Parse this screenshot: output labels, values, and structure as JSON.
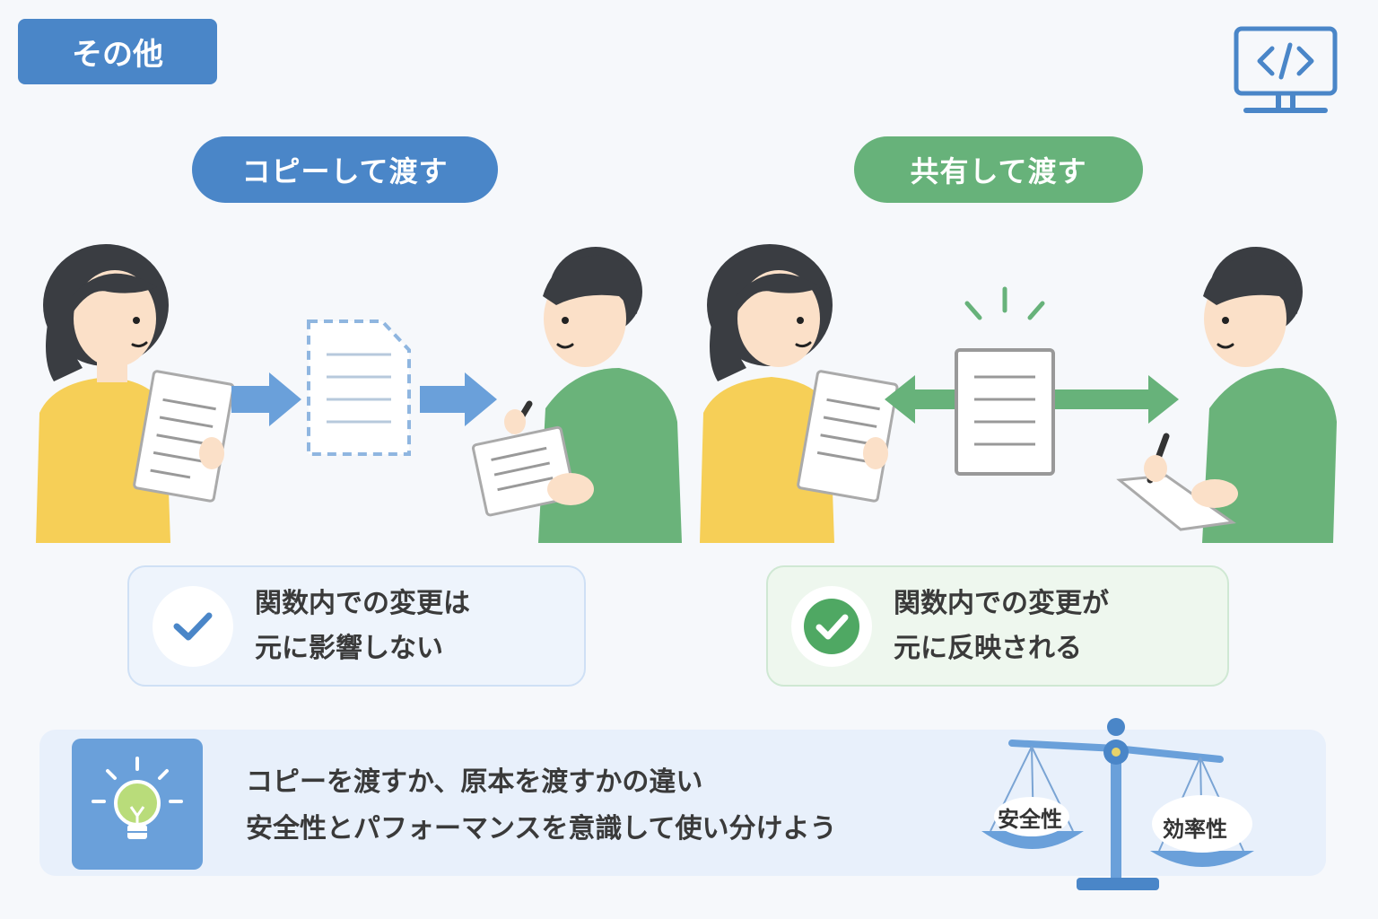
{
  "header": {
    "section_label": "その他"
  },
  "copy_panel": {
    "title": "コピーして渡す",
    "note_line1": "関数内での変更は",
    "note_line2": "元に影響しない"
  },
  "share_panel": {
    "title": "共有して渡す",
    "note_line1": "関数内での変更が",
    "note_line2": "元に反映される"
  },
  "tip": {
    "line1": "コピーを渡すか、原本を渡すかの違い",
    "line2": "安全性とパフォーマンスを意識して使い分けよう"
  },
  "balance": {
    "left_label": "安全性",
    "right_label": "効率性"
  },
  "icons": [
    "code-monitor-icon",
    "check-icon",
    "lightbulb-icon",
    "balance-scale-icon"
  ],
  "colors": {
    "blue": "#4a86c8",
    "green": "#67b27a",
    "yellow_shirt": "#f6cf57",
    "green_shirt": "#6ab37a"
  }
}
